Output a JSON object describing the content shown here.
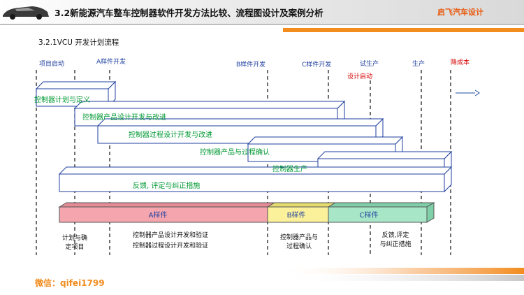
{
  "header": {
    "title": "3.2新能源汽车整车控制器软件开发方法比较、流程图设计及案例分析",
    "brand": "启飞汽车设计"
  },
  "subtitle": "3.2.1VCU  开发计划流程",
  "milestones": [
    {
      "label": "项目启动",
      "color": "#1f3f9f"
    },
    {
      "label": "A样件开发",
      "color": "#1f3f9f"
    },
    {
      "label": "B样件开发",
      "color": "#1f3f9f"
    },
    {
      "label": "C样件开发",
      "color": "#1f3f9f"
    },
    {
      "label": "试生产",
      "color": "#1f3f9f"
    },
    {
      "label": "设计启动",
      "color": "#d40000"
    },
    {
      "label": "生产",
      "color": "#1f3f9f"
    },
    {
      "label": "降成本",
      "color": "#d40000"
    }
  ],
  "tasks": [
    {
      "label": "控制器计划与定义"
    },
    {
      "label": "控制器产品设计开发与改进"
    },
    {
      "label": "控制器过程设计开发与改进"
    },
    {
      "label": "控制器产品与过程确认"
    },
    {
      "label": "控制器生产"
    },
    {
      "label": "反馈, 评定与纠正措施"
    }
  ],
  "phases": [
    {
      "label": "A样件",
      "color": "#f4a5ae"
    },
    {
      "label": "B样件",
      "color": "#fbf19a"
    },
    {
      "label": "C样件",
      "color": "#a7e6c7"
    }
  ],
  "phase_notes": [
    {
      "lines": [
        "计划与确",
        "定项目"
      ]
    },
    {
      "lines": [
        "控制器产品设计开发和验证",
        "控制器过程设计开发和验证"
      ]
    },
    {
      "lines": [
        "控制器产品与",
        "过程确认"
      ]
    },
    {
      "lines": [
        "反馈,评定",
        "与纠正措施"
      ]
    }
  ],
  "footer": "微信：qifei1799",
  "colors": {
    "task_text": "#009933",
    "arrow": "#1f4ea0",
    "accent": "#e8590c"
  }
}
